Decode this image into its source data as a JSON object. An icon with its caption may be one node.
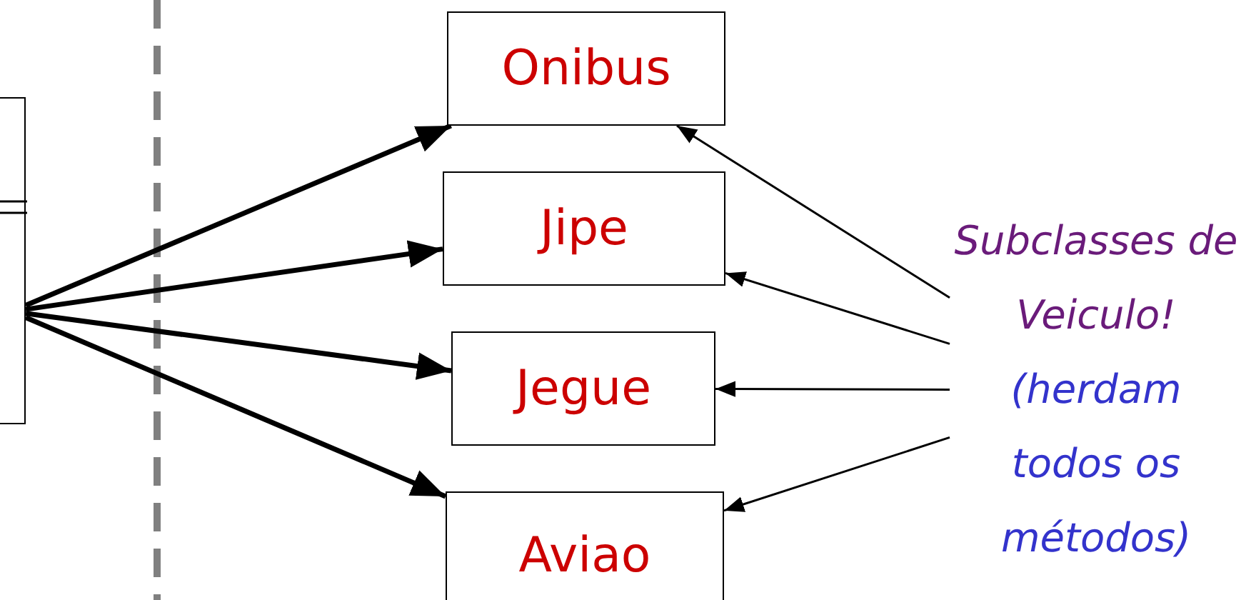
{
  "diagram": {
    "nodes": [
      {
        "text": [],
        "shape": "box"
      },
      {
        "text": [
          "Onibus"
        ]
      },
      {
        "text": [
          "Jipe"
        ]
      },
      {
        "text": [
          "Jegue"
        ]
      },
      {
        "text": [
          "Aviao"
        ]
      },
      {
        "text": [
          "Subclasses de Veiculo!",
          "(herdam todos os métodos)"
        ]
      }
    ],
    "edges": [
      {
        "from": 0,
        "to": 1,
        "arrow": "to",
        "style": "thick"
      },
      {
        "from": 0,
        "to": 2,
        "arrow": "to",
        "style": "thick"
      },
      {
        "from": 0,
        "to": 3,
        "arrow": "to",
        "style": "thick"
      },
      {
        "from": 0,
        "to": 4,
        "arrow": "to",
        "style": "thick"
      },
      {
        "from": 5,
        "to": 1,
        "arrow": "to"
      },
      {
        "from": 5,
        "to": 2,
        "arrow": "to"
      },
      {
        "from": 5,
        "to": 3,
        "arrow": "to"
      },
      {
        "from": 5,
        "to": 4,
        "arrow": "to"
      }
    ]
  }
}
